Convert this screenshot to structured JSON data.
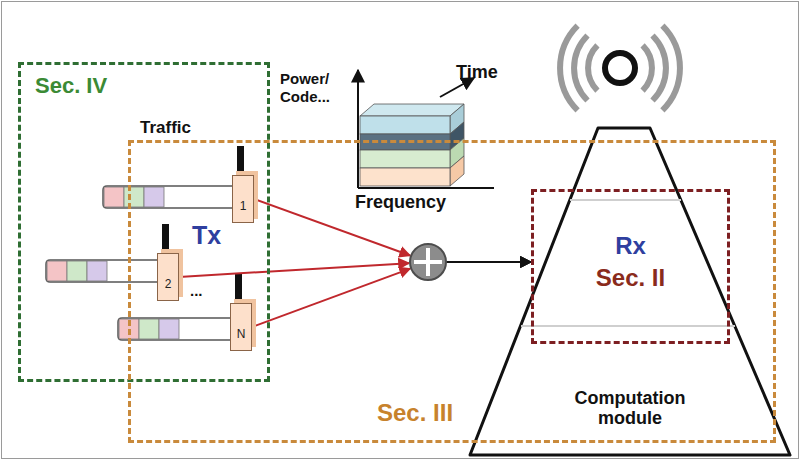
{
  "diagram": {
    "nodes": [
      {
        "text": [
          "Sec. IV"
        ]
      },
      {
        "text": [
          "1"
        ],
        "in": 0
      },
      {
        "text": [
          "2"
        ],
        "in": 0
      },
      {
        "text": [
          "N"
        ],
        "in": 0
      },
      {
        "text": [
          "Sec. III"
        ]
      },
      {
        "text": [
          "Rx",
          "Sec. II"
        ],
        "in": 4
      },
      {
        "text": [
          "Computation module"
        ]
      }
    ],
    "edges": [
      {
        "from": 1,
        "to": 5,
        "arrow": "to"
      },
      {
        "from": 2,
        "to": 5,
        "arrow": "to"
      },
      {
        "from": 3,
        "to": 5,
        "arrow": "to"
      }
    ],
    "labels": [
      "Traffic",
      "Tx",
      "...",
      "Power/ Code...",
      "Time",
      "Frequency"
    ]
  }
}
